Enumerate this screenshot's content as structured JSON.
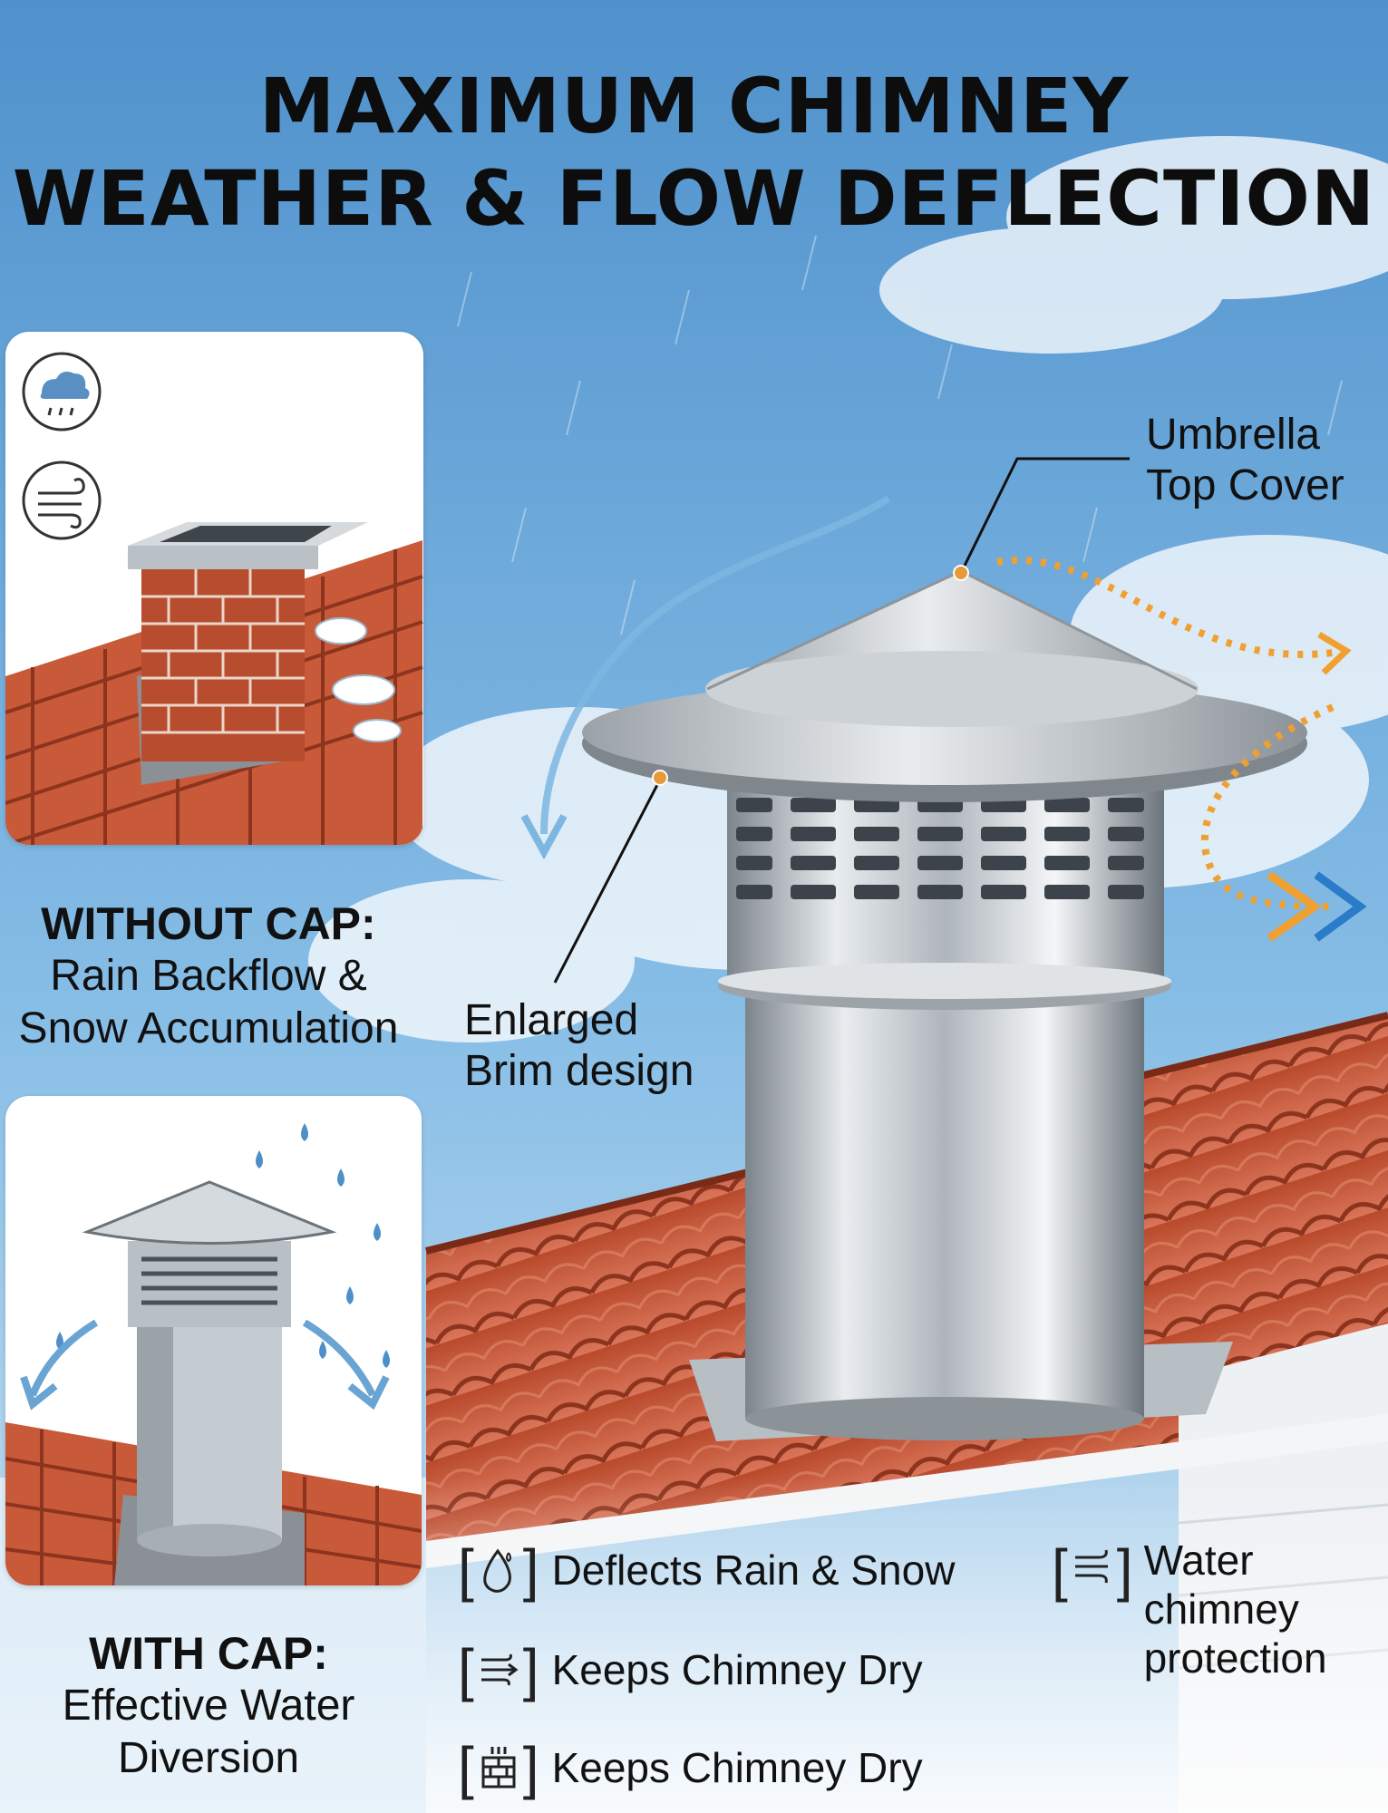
{
  "title": {
    "line1": "MAXIMUM CHIMNEY",
    "line2": "WEATHER & FLOW DEFLECTION"
  },
  "panels": {
    "without": {
      "icons": [
        "rain-cloud-icon",
        "wind-icon"
      ],
      "heading": "WITHOUT CAP:",
      "line1": "Rain Backflow &",
      "line2": "Snow Accumulation"
    },
    "with": {
      "heading": "WITH CAP:",
      "line1": "Effective Water",
      "line2": "Diversion"
    }
  },
  "callouts": {
    "umbrella": {
      "line1": "Umbrella",
      "line2": "Top Cover"
    },
    "brim": {
      "line1": "Enlarged",
      "line2": "Brim design"
    }
  },
  "features": [
    {
      "icon": "water-drop-icon",
      "text": "Deflects Rain & Snow"
    },
    {
      "icon": "wind-arrow-icon",
      "text": "Keeps Chimney Dry"
    },
    {
      "icon": "brick-chimney-icon",
      "text": "Keeps Chimney Dry"
    },
    {
      "icon": "wind-icon",
      "line1": "Water",
      "line2": "chimney",
      "line3": "protection"
    }
  ],
  "colors": {
    "sky": "#5f9ed1",
    "roof_tile": "#c85a3a",
    "steel": "#c9ced3",
    "flow_arrow_orange": "#f0a030",
    "flow_arrow_blue": "#2a7bc8",
    "rain_blue": "#5a9bd0"
  }
}
